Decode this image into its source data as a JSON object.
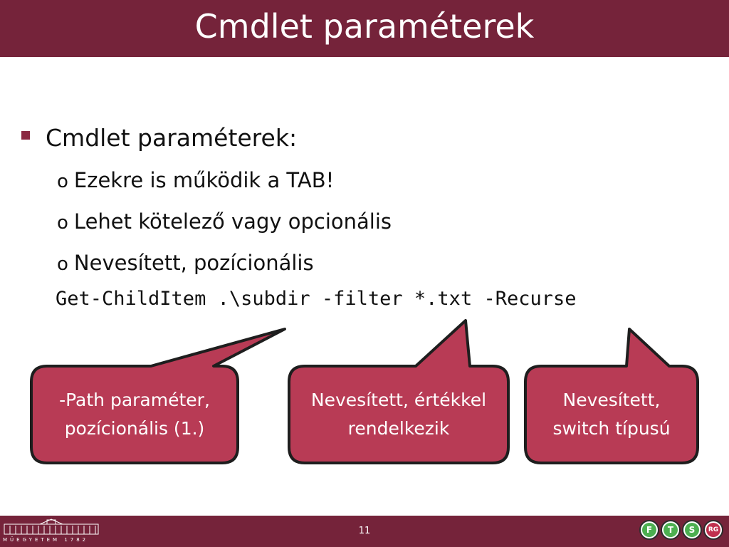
{
  "slide": {
    "title": "Cmdlet paraméterek",
    "bullet_main": "Cmdlet paraméterek:",
    "sub_bullet_marker": "o",
    "sub_bullets": [
      "Ezekre is működik a TAB!",
      "Lehet kötelező vagy opcionális",
      "Nevesített, pozícionális"
    ],
    "code_line": "Get-ChildItem .\\subdir -filter *.txt -Recurse"
  },
  "callouts": [
    {
      "lines": [
        "-Path paraméter,",
        "pozícionális (1.)"
      ]
    },
    {
      "lines": [
        "Nevesített, értékkel",
        "rendelkezik"
      ]
    },
    {
      "lines": [
        "Nevesített,",
        "switch típusú"
      ]
    }
  ],
  "footer": {
    "page_number": "11",
    "left_logo_text": "MŰEGYETEM 1782",
    "right_logo_letters": [
      "F",
      "T",
      "S",
      "RG"
    ]
  },
  "colors": {
    "brand": "#75233a",
    "callout_fill": "#b83b55",
    "callout_border": "#1e1e1e",
    "bullet": "#8b2942"
  }
}
